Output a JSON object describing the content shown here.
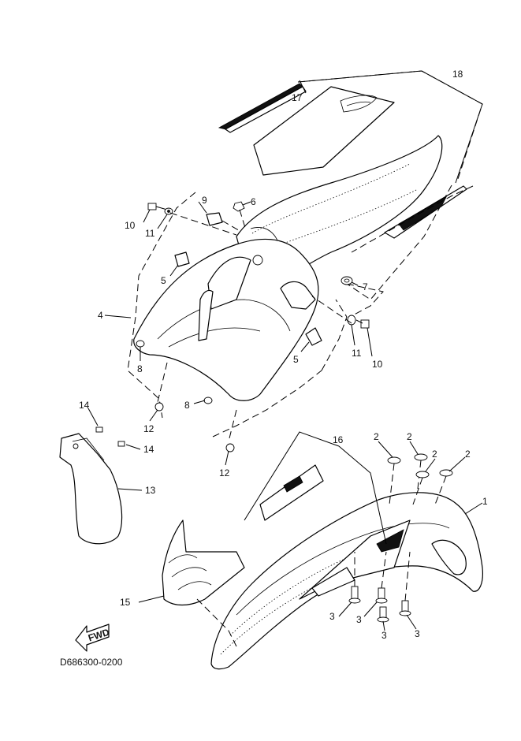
{
  "diagram": {
    "code": "D686300-0200",
    "fwd_label": "FWD",
    "callouts": [
      "1",
      "2",
      "2",
      "2",
      "2",
      "3",
      "3",
      "3",
      "3",
      "4",
      "5",
      "5",
      "6",
      "7",
      "8",
      "8",
      "9",
      "10",
      "10",
      "11",
      "11",
      "12",
      "12",
      "13",
      "14",
      "14",
      "15",
      "16",
      "17",
      "18"
    ]
  }
}
